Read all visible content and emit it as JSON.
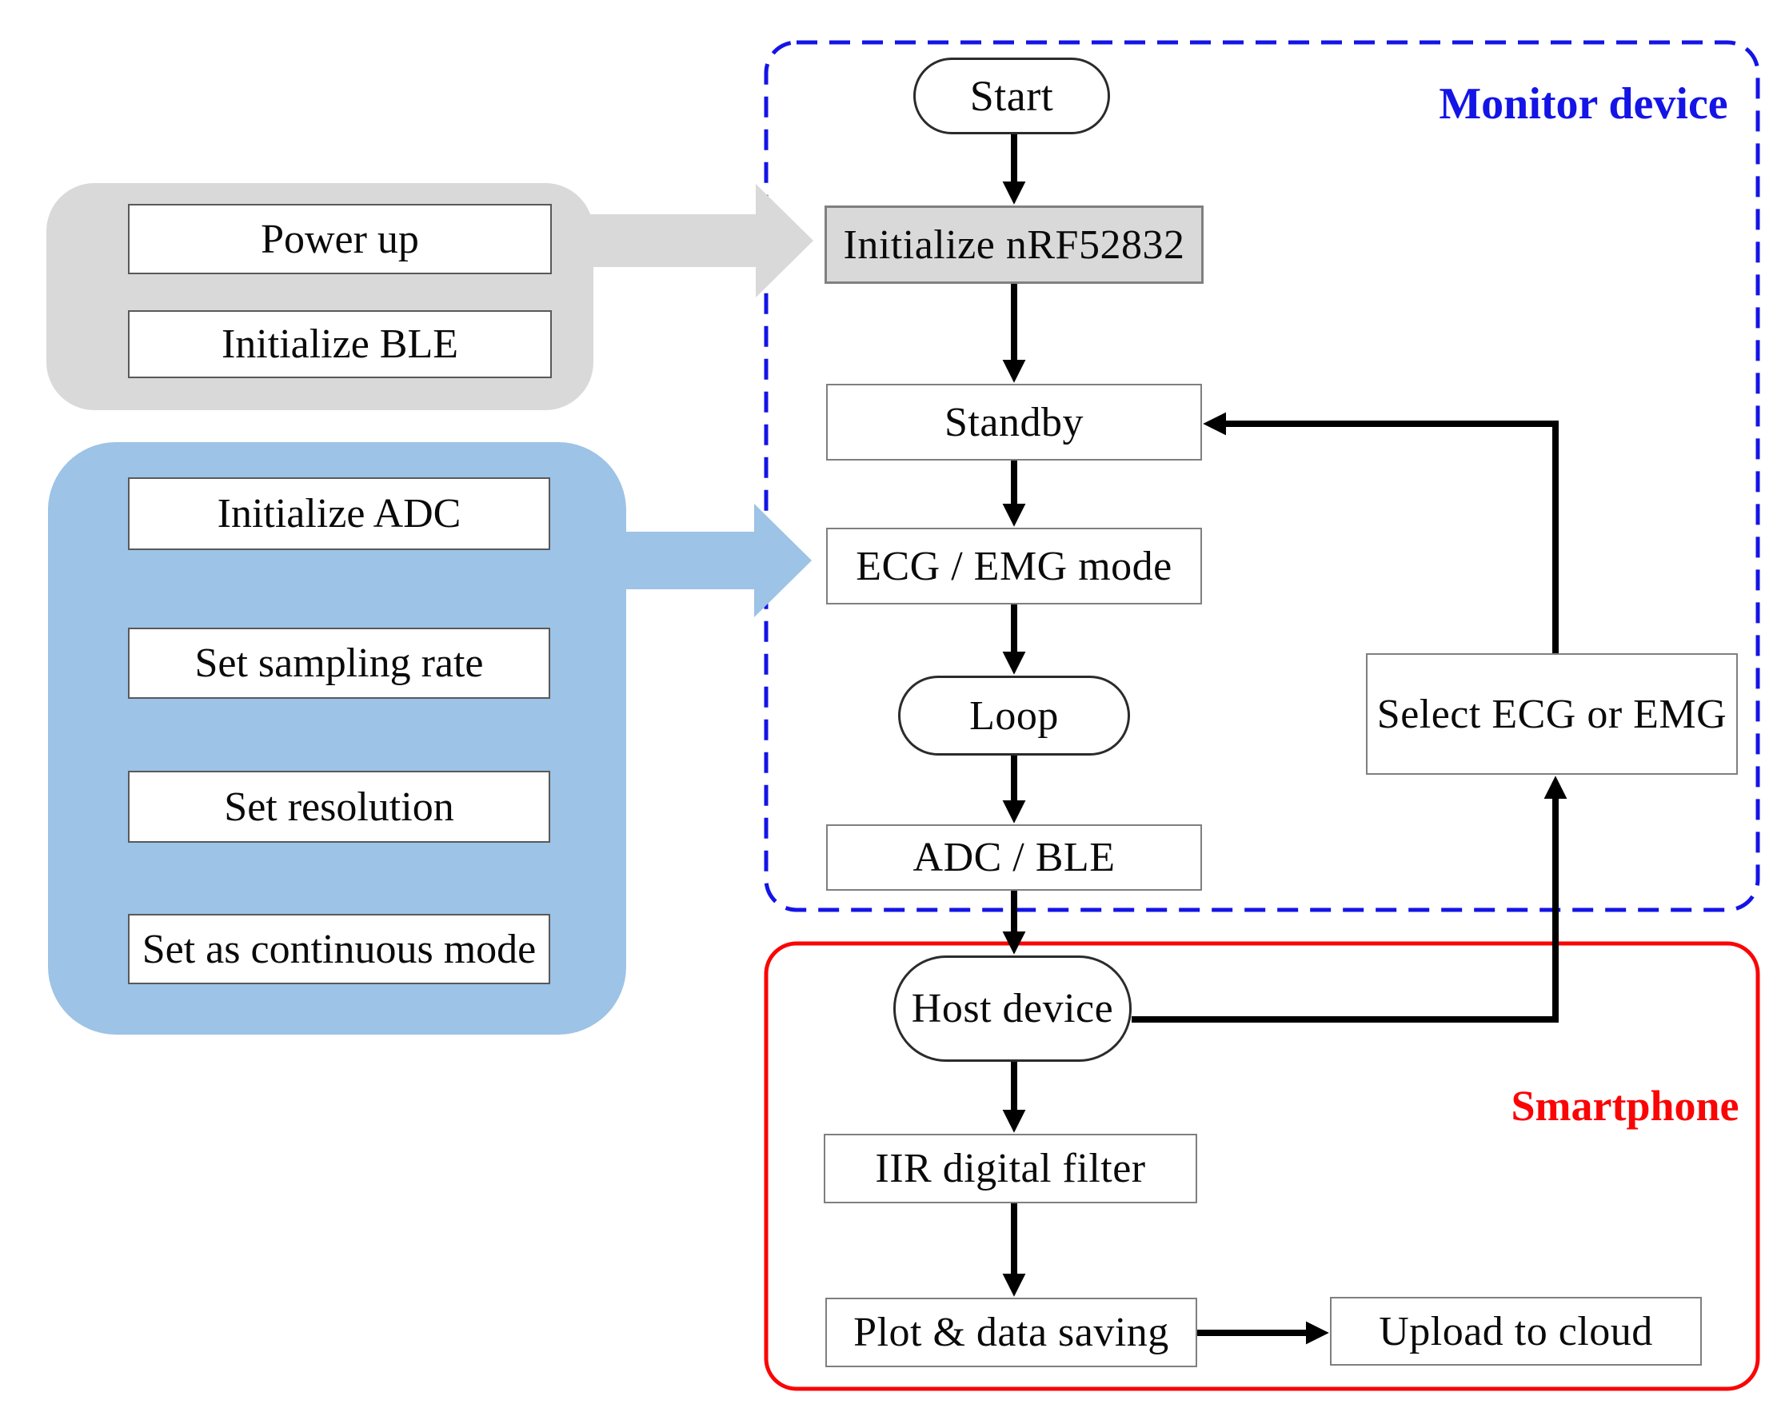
{
  "diagram": {
    "title_hint": "ECG/EMG monitor firmware flowchart",
    "regions": {
      "monitor_device": {
        "label": "Monitor device",
        "color": "#1414e6",
        "border_style": "dashed"
      },
      "smartphone": {
        "label": "Smartphone",
        "color": "#fa0505",
        "border_style": "solid"
      }
    },
    "callouts": {
      "power_up": {
        "fill": "#d9d9d9",
        "items": [
          "Power up",
          "Initialize BLE"
        ]
      },
      "adc_setup": {
        "fill": "#9dc3e6",
        "items": [
          "Initialize ADC",
          "Set sampling rate",
          "Set resolution",
          "Set as continuous mode"
        ]
      }
    },
    "nodes": {
      "start": "Start",
      "init_nrf": "Initialize nRF52832",
      "standby": "Standby",
      "ecg_emg_mode": "ECG / EMG mode",
      "loop": "Loop",
      "adc_ble": "ADC / BLE",
      "select_ecg_emg": "Select ECG or EMG",
      "host_device": "Host device",
      "iir_filter": "IIR digital filter",
      "plot_save": "Plot & data saving",
      "upload_cloud": "Upload to cloud"
    },
    "flow_edges": [
      "Start -> Initialize nRF52832",
      "Initialize nRF52832 -> Standby",
      "Standby -> ECG / EMG mode",
      "ECG / EMG mode -> Loop",
      "Loop -> ADC / BLE",
      "ADC / BLE -> Host device",
      "Host device -> IIR digital filter",
      "IIR digital filter -> Plot & data saving",
      "Plot & data saving -> Upload to cloud",
      "Host device -> Select ECG or EMG",
      "Select ECG or EMG -> Standby"
    ]
  }
}
